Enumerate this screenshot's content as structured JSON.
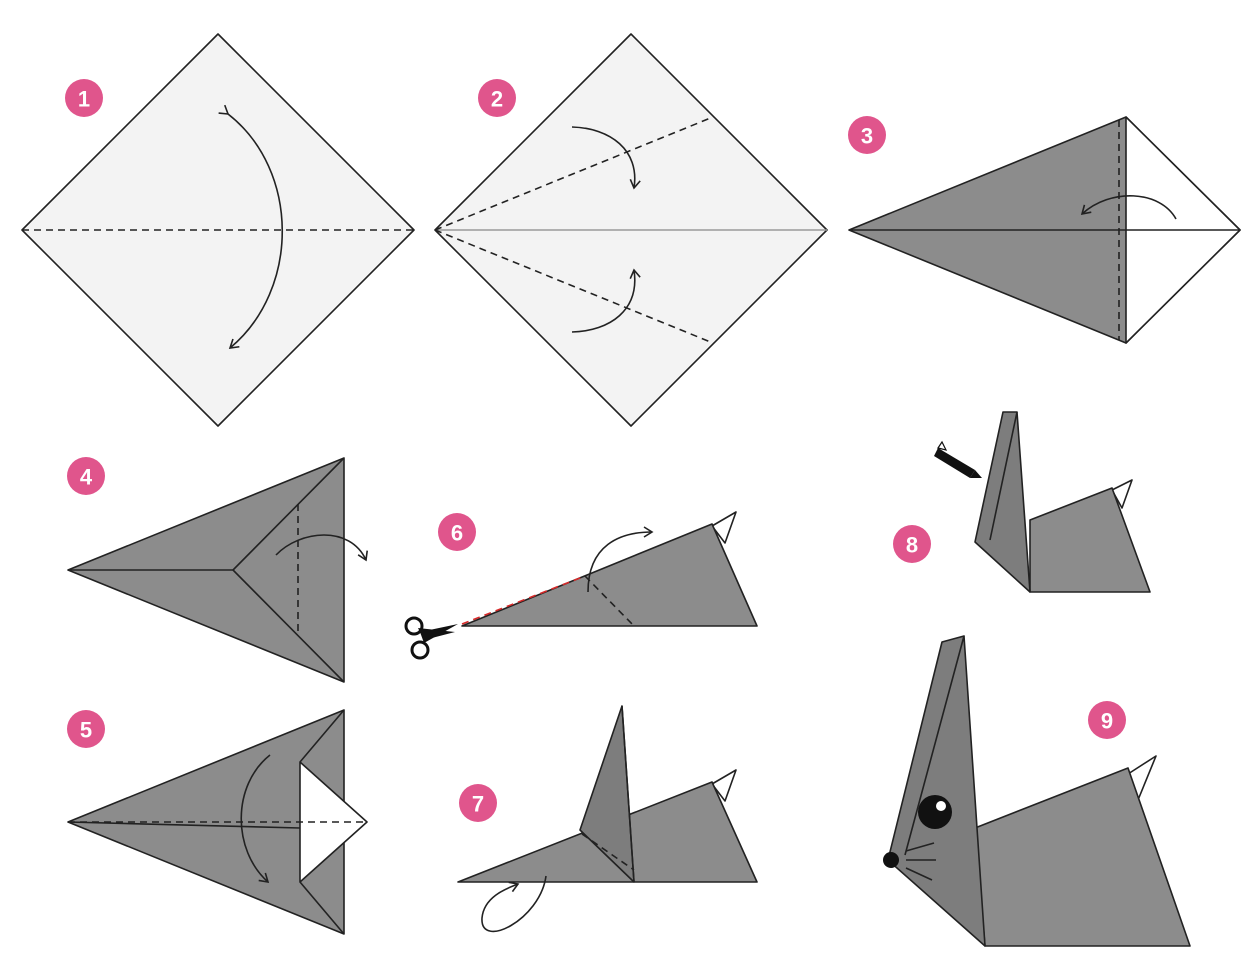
{
  "steps": [
    {
      "number": "1"
    },
    {
      "number": "2"
    },
    {
      "number": "3"
    },
    {
      "number": "4"
    },
    {
      "number": "5"
    },
    {
      "number": "6"
    },
    {
      "number": "7"
    },
    {
      "number": "8"
    },
    {
      "number": "9"
    }
  ],
  "colors": {
    "badge": "#e0558c",
    "paper_light": "#f3f3f3",
    "paper_grey": "#8c8c8c",
    "outline": "#222222",
    "cut_line": "#d62a2a"
  },
  "icons": [
    "scissors-icon",
    "pencil-icon",
    "fold-arrow-icon"
  ]
}
